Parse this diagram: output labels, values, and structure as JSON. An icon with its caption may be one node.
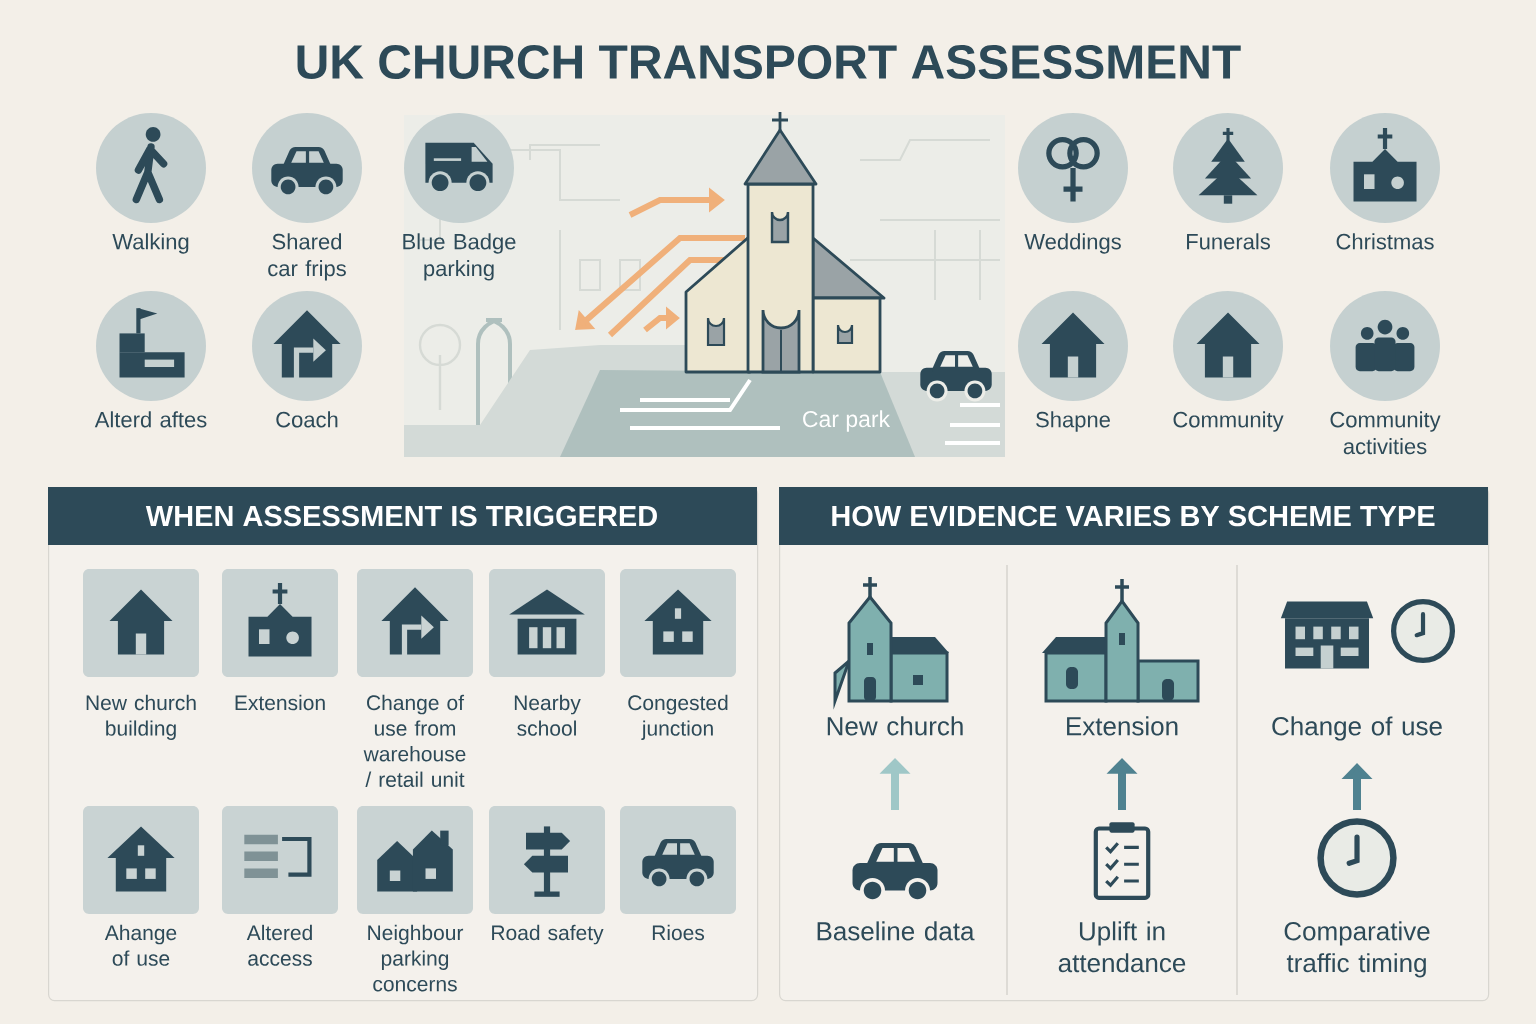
{
  "diagram": {
    "title": "UK CHURCH TRANSPORT ASSESSMENT",
    "nodes": [
      {
        "text": [
          "Walking"
        ]
      },
      {
        "text": [
          "Shared car frips"
        ]
      },
      {
        "text": [
          "Blue Badge parking"
        ]
      },
      {
        "text": [
          "Alterd aftes"
        ]
      },
      {
        "text": [
          "Coach"
        ]
      },
      {
        "text": [
          "Weddings"
        ]
      },
      {
        "text": [
          "Funerals"
        ]
      },
      {
        "text": [
          "Christmas"
        ]
      },
      {
        "text": [
          "Shapne"
        ]
      },
      {
        "text": [
          "Community"
        ]
      },
      {
        "text": [
          "Community activities"
        ]
      },
      {
        "text": [
          "WHEN ASSESSMENT IS TRIGGERED"
        ]
      },
      {
        "text": [
          "New church building"
        ],
        "in": 11
      },
      {
        "text": [
          "Extension"
        ],
        "in": 11
      },
      {
        "text": [
          "Change of use from warehouse / retail unit"
        ],
        "in": 11
      },
      {
        "text": [
          "Nearby school"
        ],
        "in": 11
      },
      {
        "text": [
          "Congested junction"
        ],
        "in": 11
      },
      {
        "text": [
          "Ahange of use"
        ],
        "in": 11
      },
      {
        "text": [
          "Altered access"
        ],
        "in": 11
      },
      {
        "text": [
          "Neighbour parking concerns"
        ],
        "in": 11
      },
      {
        "text": [
          "Road safety"
        ],
        "in": 11
      },
      {
        "text": [
          "Rioes"
        ],
        "in": 11
      },
      {
        "text": [
          "HOW EVIDENCE VARIES BY SCHEME TYPE"
        ]
      },
      {
        "text": [
          "New church"
        ],
        "in": 22
      },
      {
        "text": [
          "Extension"
        ],
        "in": 22
      },
      {
        "text": [
          "Change of use"
        ],
        "in": 22
      },
      {
        "text": [
          "Baseline data"
        ],
        "in": 22
      },
      {
        "text": [
          "Uplift in attendance"
        ],
        "in": 22
      },
      {
        "text": [
          "Comparative traffic timing"
        ],
        "in": 22
      }
    ],
    "edges": [
      {
        "from": 26,
        "to": 23,
        "arrow": "to",
        "color": "#9fc7c7"
      },
      {
        "from": 27,
        "to": 24,
        "arrow": "to"
      },
      {
        "from": 28,
        "to": 25,
        "arrow": "to"
      }
    ],
    "labels": [
      "Car park"
    ]
  }
}
